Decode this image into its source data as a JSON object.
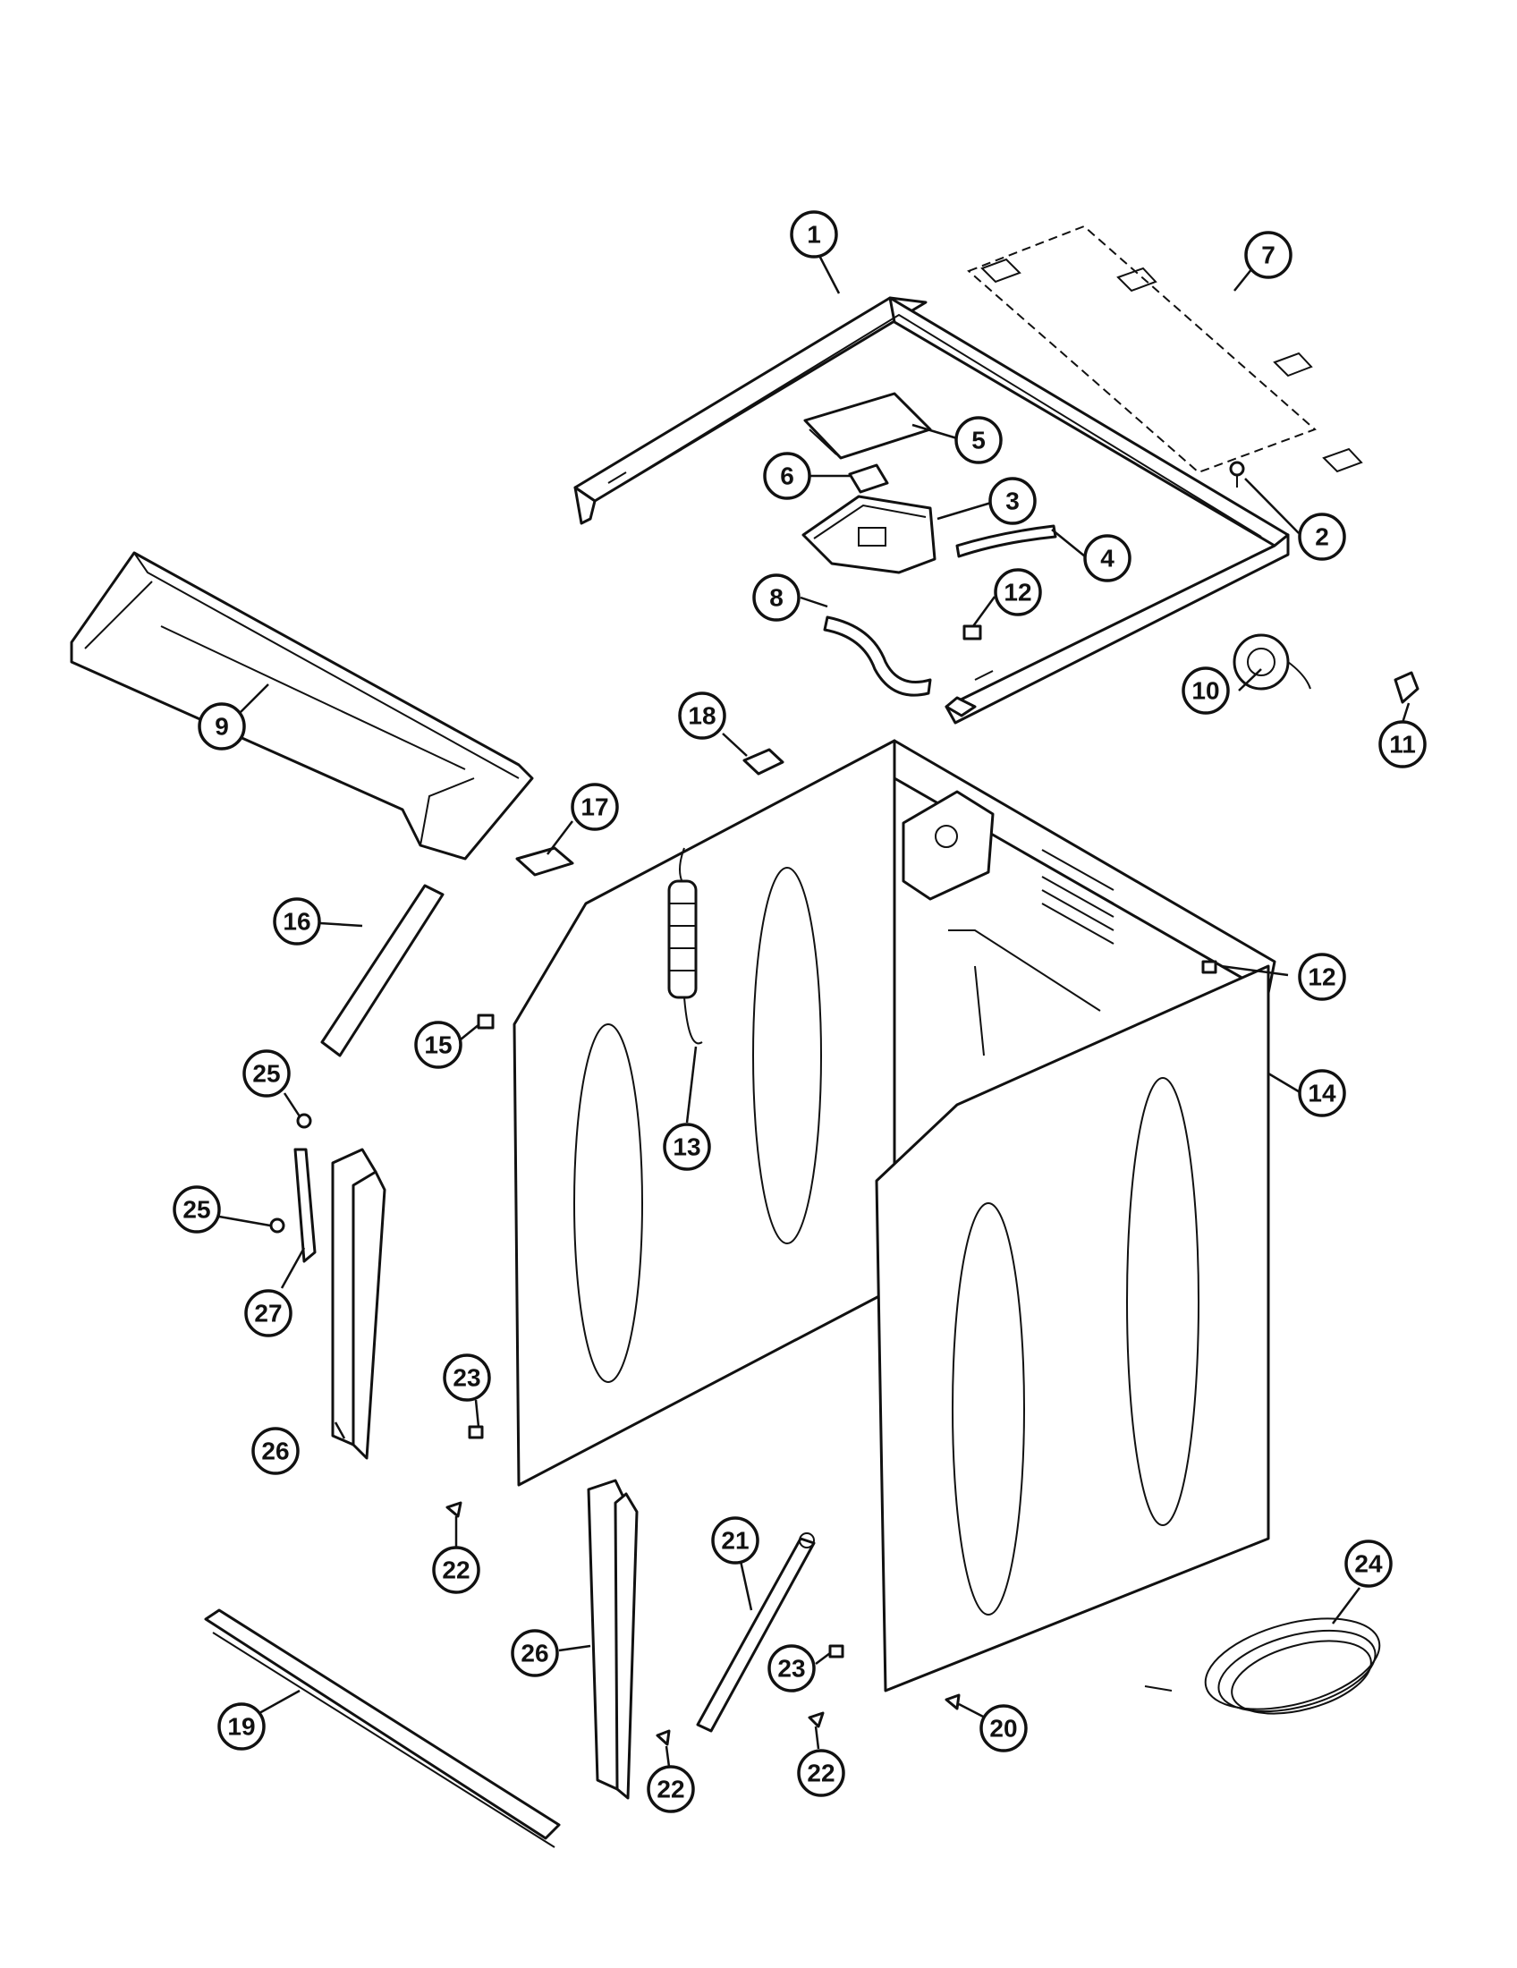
{
  "callouts": [
    {
      "id": "c1",
      "label": "1"
    },
    {
      "id": "c2",
      "label": "2"
    },
    {
      "id": "c3",
      "label": "3"
    },
    {
      "id": "c4",
      "label": "4"
    },
    {
      "id": "c5",
      "label": "5"
    },
    {
      "id": "c6",
      "label": "6"
    },
    {
      "id": "c7",
      "label": "7"
    },
    {
      "id": "c8",
      "label": "8"
    },
    {
      "id": "c9",
      "label": "9"
    },
    {
      "id": "c10",
      "label": "10"
    },
    {
      "id": "c11",
      "label": "11"
    },
    {
      "id": "c12a",
      "label": "12"
    },
    {
      "id": "c12b",
      "label": "12"
    },
    {
      "id": "c13",
      "label": "13"
    },
    {
      "id": "c14",
      "label": "14"
    },
    {
      "id": "c15",
      "label": "15"
    },
    {
      "id": "c16",
      "label": "16"
    },
    {
      "id": "c17",
      "label": "17"
    },
    {
      "id": "c18",
      "label": "18"
    },
    {
      "id": "c19",
      "label": "19"
    },
    {
      "id": "c20",
      "label": "20"
    },
    {
      "id": "c21",
      "label": "21"
    },
    {
      "id": "c22a",
      "label": "22"
    },
    {
      "id": "c22b",
      "label": "22"
    },
    {
      "id": "c22c",
      "label": "22"
    },
    {
      "id": "c23a",
      "label": "23"
    },
    {
      "id": "c23b",
      "label": "23"
    },
    {
      "id": "c24",
      "label": "24"
    },
    {
      "id": "c25a",
      "label": "25"
    },
    {
      "id": "c25b",
      "label": "25"
    },
    {
      "id": "c26a",
      "label": "26"
    },
    {
      "id": "c26b",
      "label": "26"
    },
    {
      "id": "c27",
      "label": "27"
    }
  ]
}
